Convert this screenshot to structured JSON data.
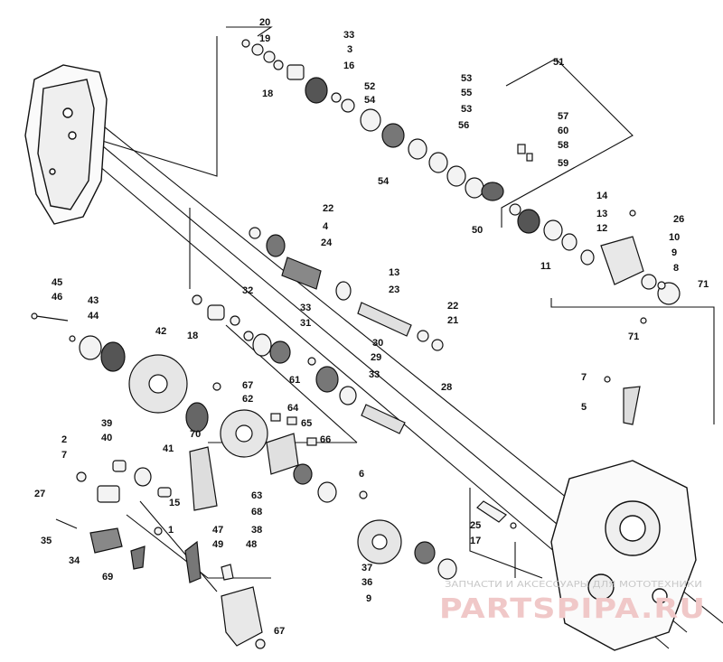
{
  "diagram": {
    "callouts": [
      "20",
      "19",
      "18",
      "33",
      "3",
      "16",
      "52",
      "54",
      "51",
      "53",
      "55",
      "53",
      "56",
      "57",
      "60",
      "58",
      "59",
      "54",
      "14",
      "13",
      "12",
      "50",
      "26",
      "10",
      "9",
      "8",
      "71",
      "11",
      "71",
      "22",
      "4",
      "24",
      "13",
      "23",
      "22",
      "21",
      "32",
      "18",
      "33",
      "31",
      "30",
      "29",
      "33",
      "28",
      "45",
      "46",
      "43",
      "44",
      "42",
      "70",
      "67",
      "62",
      "61",
      "64",
      "65",
      "66",
      "39",
      "40",
      "41",
      "2",
      "7",
      "27",
      "15",
      "1",
      "47",
      "49",
      "48",
      "63",
      "68",
      "38",
      "6",
      "25",
      "17",
      "35",
      "34",
      "69",
      "37",
      "36",
      "9",
      "7",
      "5",
      "67"
    ],
    "watermark": {
      "caption": "ЗАПЧАСТИ И АКСЕССУАРЫ ДЛЯ МОТОТЕХНИКИ",
      "logo": "PARTSPIPA.RU"
    }
  }
}
